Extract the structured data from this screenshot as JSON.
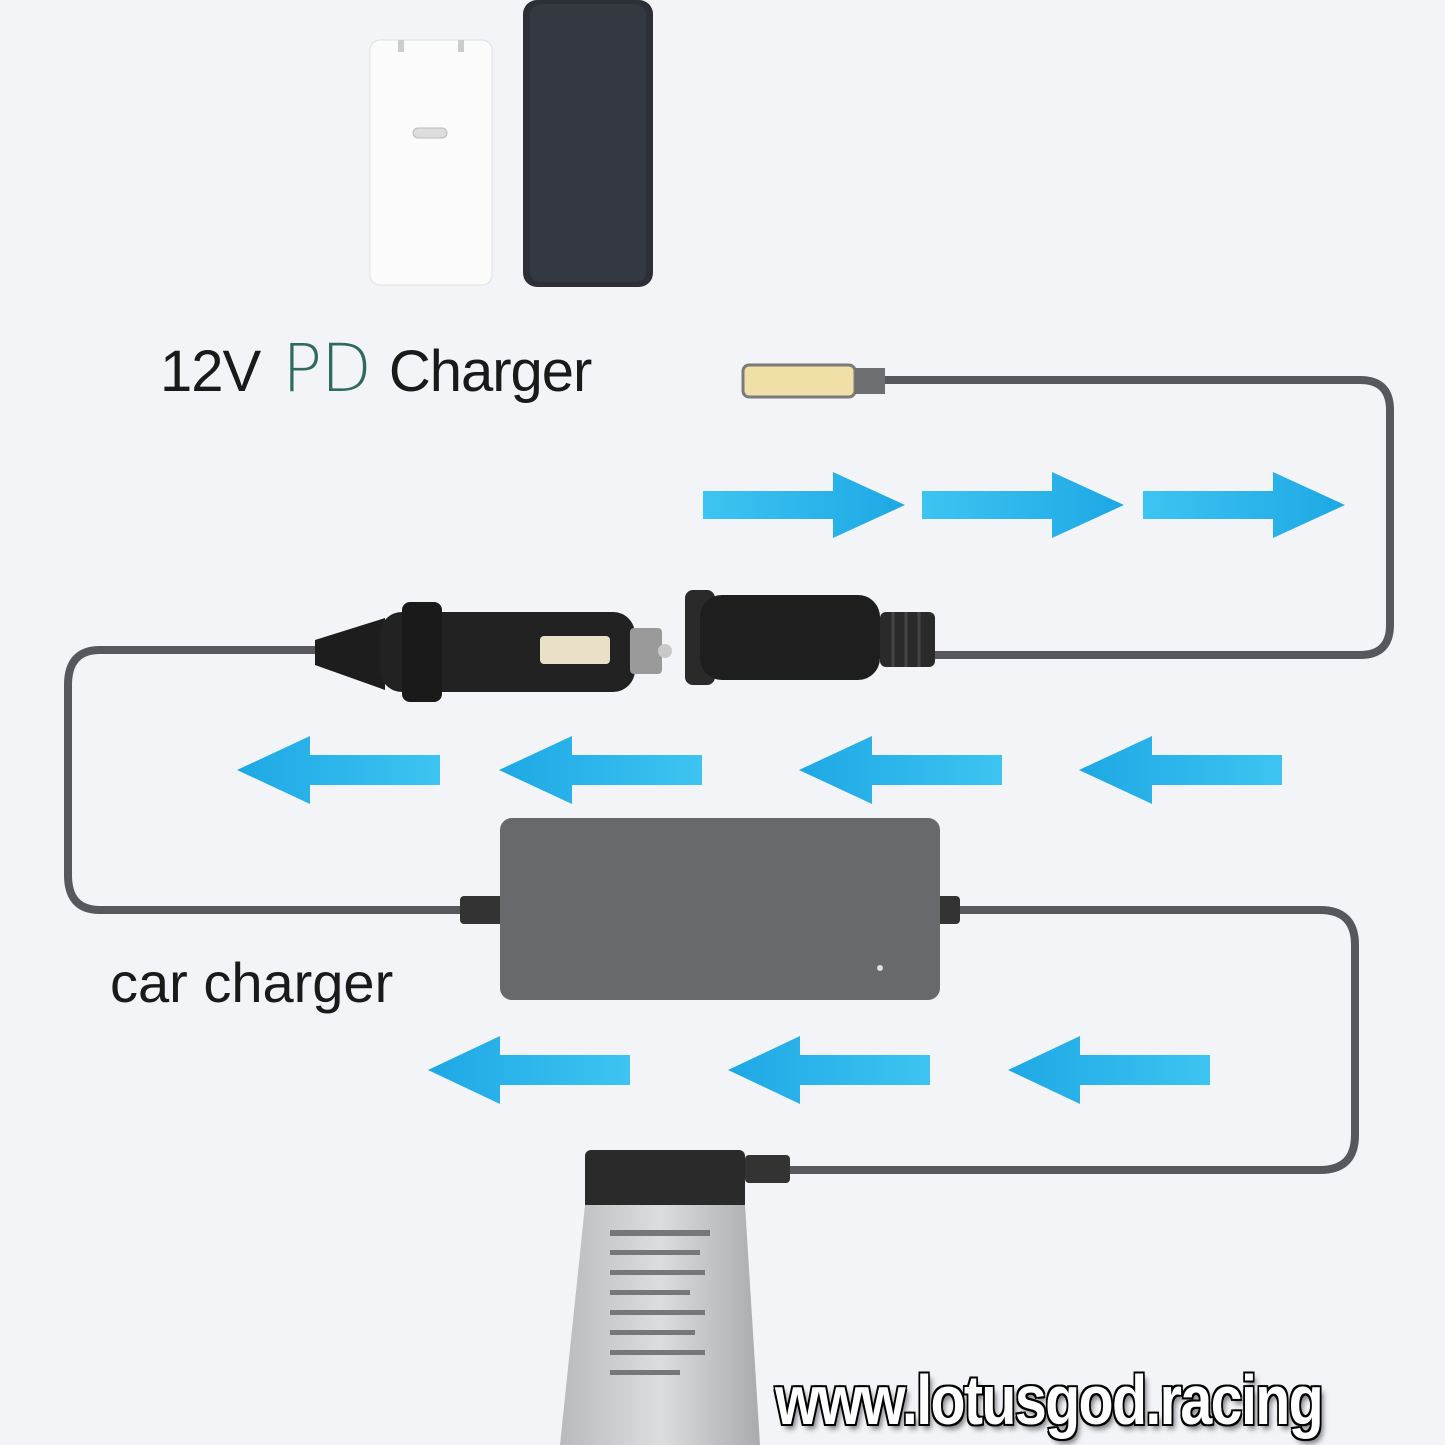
{
  "header": {
    "voltage": "12V",
    "pd": "PD",
    "charger": "Charger"
  },
  "labels": {
    "car_charger": "car charger"
  },
  "watermark": "www.lotusgod.racing",
  "colors": {
    "arrow": "#2bb5ea",
    "pd_text": "#2e6b5e",
    "cable": "#5a5c60",
    "background": "#f3f4f8"
  },
  "flow": {
    "top_row": "right",
    "middle_row": "left",
    "bottom_row": "left"
  }
}
